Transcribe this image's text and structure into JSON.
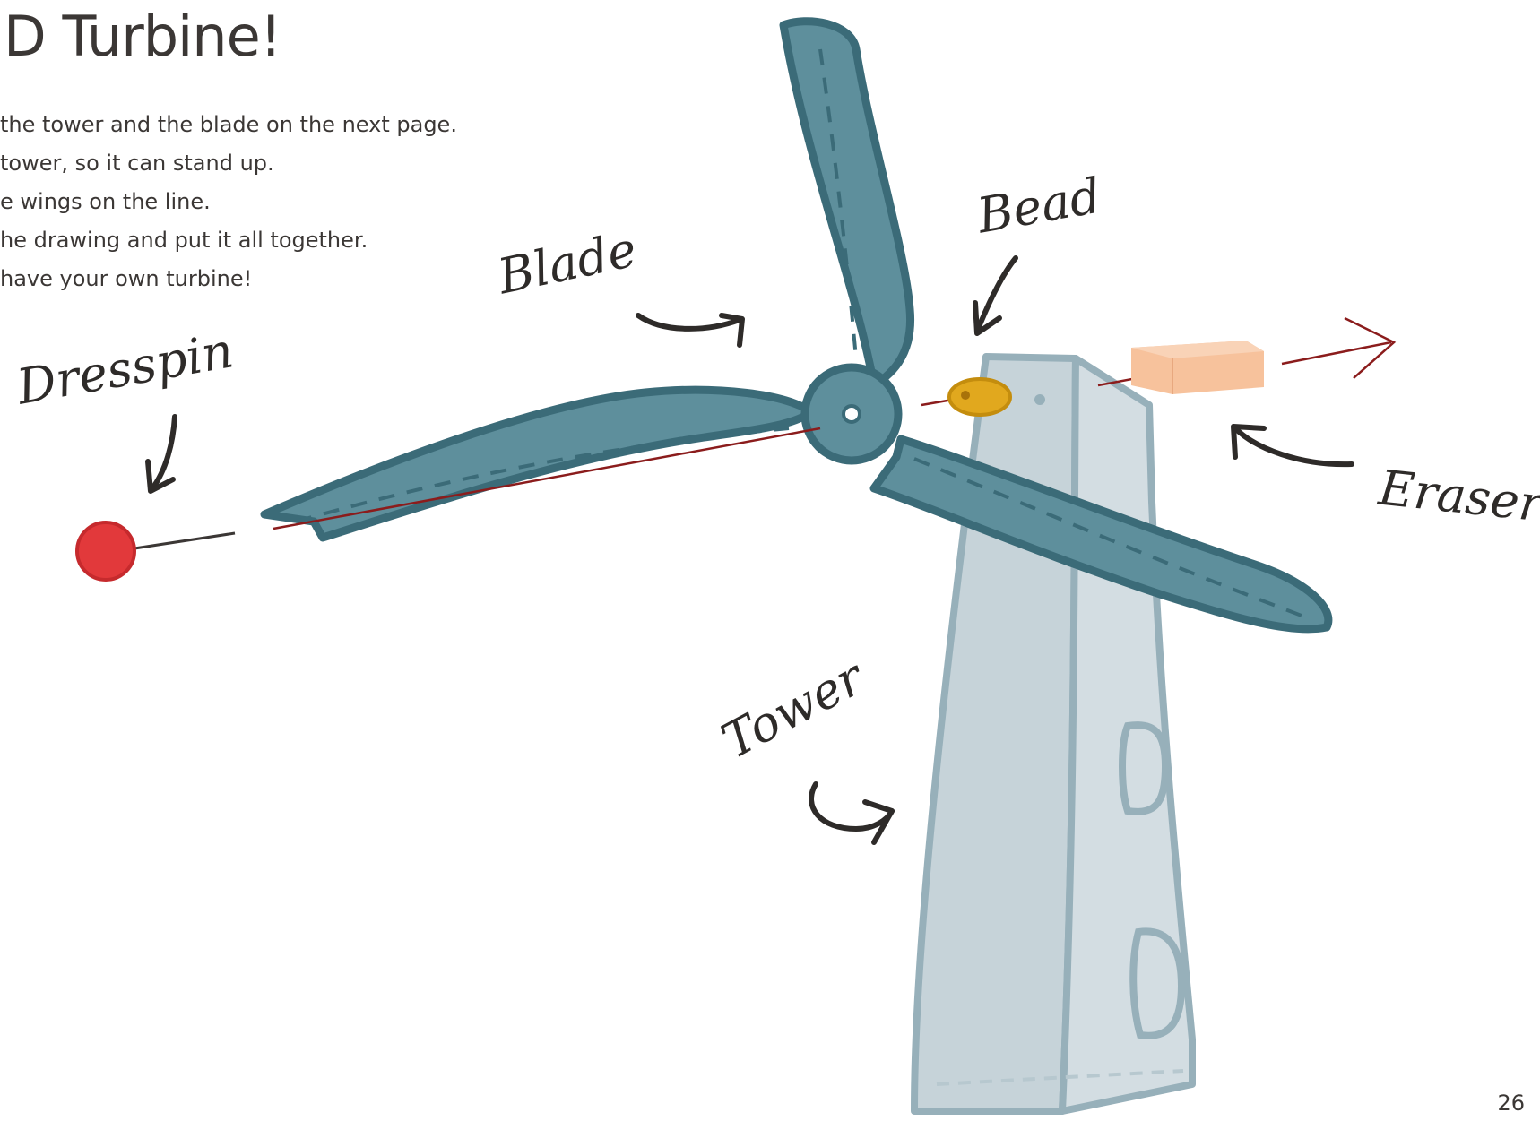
{
  "page": {
    "title": "D Turbine!",
    "steps": [
      "the tower and the blade on the next page.",
      "tower, so it can stand up.",
      "e wings on the line.",
      "he drawing and put it all together.",
      " have your own turbine!"
    ],
    "page_number": "26"
  },
  "labels": {
    "blade": "Blade",
    "bead": "Bead",
    "dresspin": "Dresspin",
    "eraser": "Eraser",
    "tower": "Tower"
  },
  "colors": {
    "blade": "#5e8f9c",
    "blade_outline": "#3b6b78",
    "tower": "#c6d3d9",
    "tower_outline": "#97b0ba",
    "bead": "#e1a81e",
    "pin_head": "#e2393b",
    "eraser": "#f7c29c",
    "axis_line": "#8b1c1c"
  }
}
